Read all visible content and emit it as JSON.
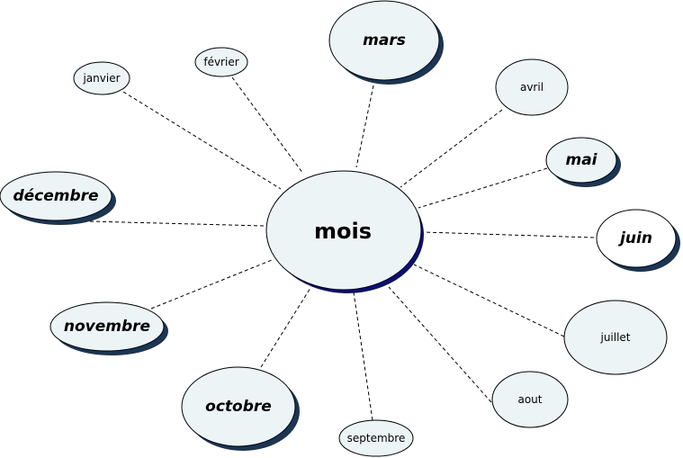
{
  "diagram": {
    "center": "mois",
    "nodes": [
      {
        "id": "janvier",
        "label": "janvier",
        "emphasis": false
      },
      {
        "id": "fevrier",
        "label": "février",
        "emphasis": false
      },
      {
        "id": "mars",
        "label": "mars",
        "emphasis": true
      },
      {
        "id": "avril",
        "label": "avril",
        "emphasis": false
      },
      {
        "id": "mai",
        "label": "mai",
        "emphasis": true
      },
      {
        "id": "juin",
        "label": "juin",
        "emphasis": true
      },
      {
        "id": "juillet",
        "label": "juillet",
        "emphasis": false
      },
      {
        "id": "aout",
        "label": "aout",
        "emphasis": false
      },
      {
        "id": "septembre",
        "label": "septembre",
        "emphasis": false
      },
      {
        "id": "octobre",
        "label": "octobre",
        "emphasis": true
      },
      {
        "id": "novembre",
        "label": "novembre",
        "emphasis": true
      },
      {
        "id": "decembre",
        "label": "décembre",
        "emphasis": true
      }
    ]
  },
  "colors": {
    "bubble_fill": "#edf4f6",
    "shadow": "#1b3553",
    "center_shadow": "#0b1070",
    "juin_fill": "#ffffff"
  }
}
